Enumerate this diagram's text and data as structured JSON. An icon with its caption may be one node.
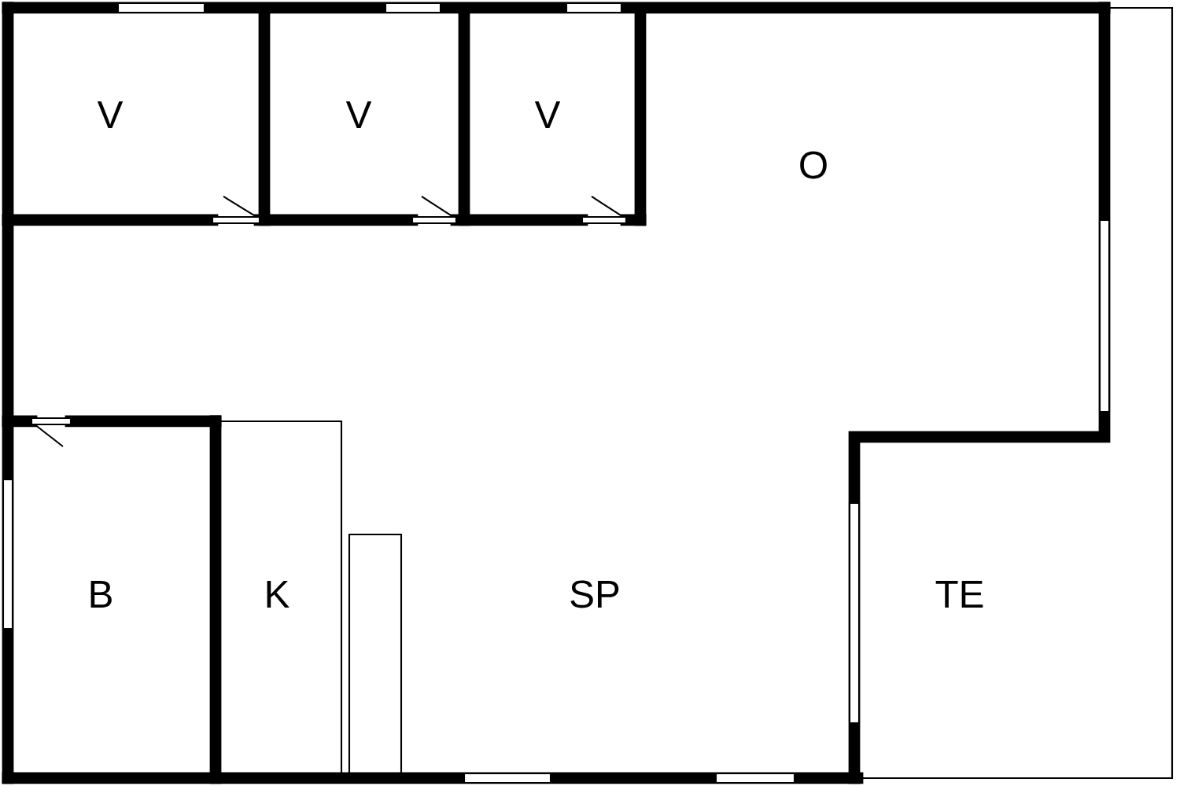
{
  "diagram": {
    "labels": [
      "V",
      "V",
      "V",
      "O",
      "B",
      "K",
      "SP",
      "TE"
    ]
  }
}
